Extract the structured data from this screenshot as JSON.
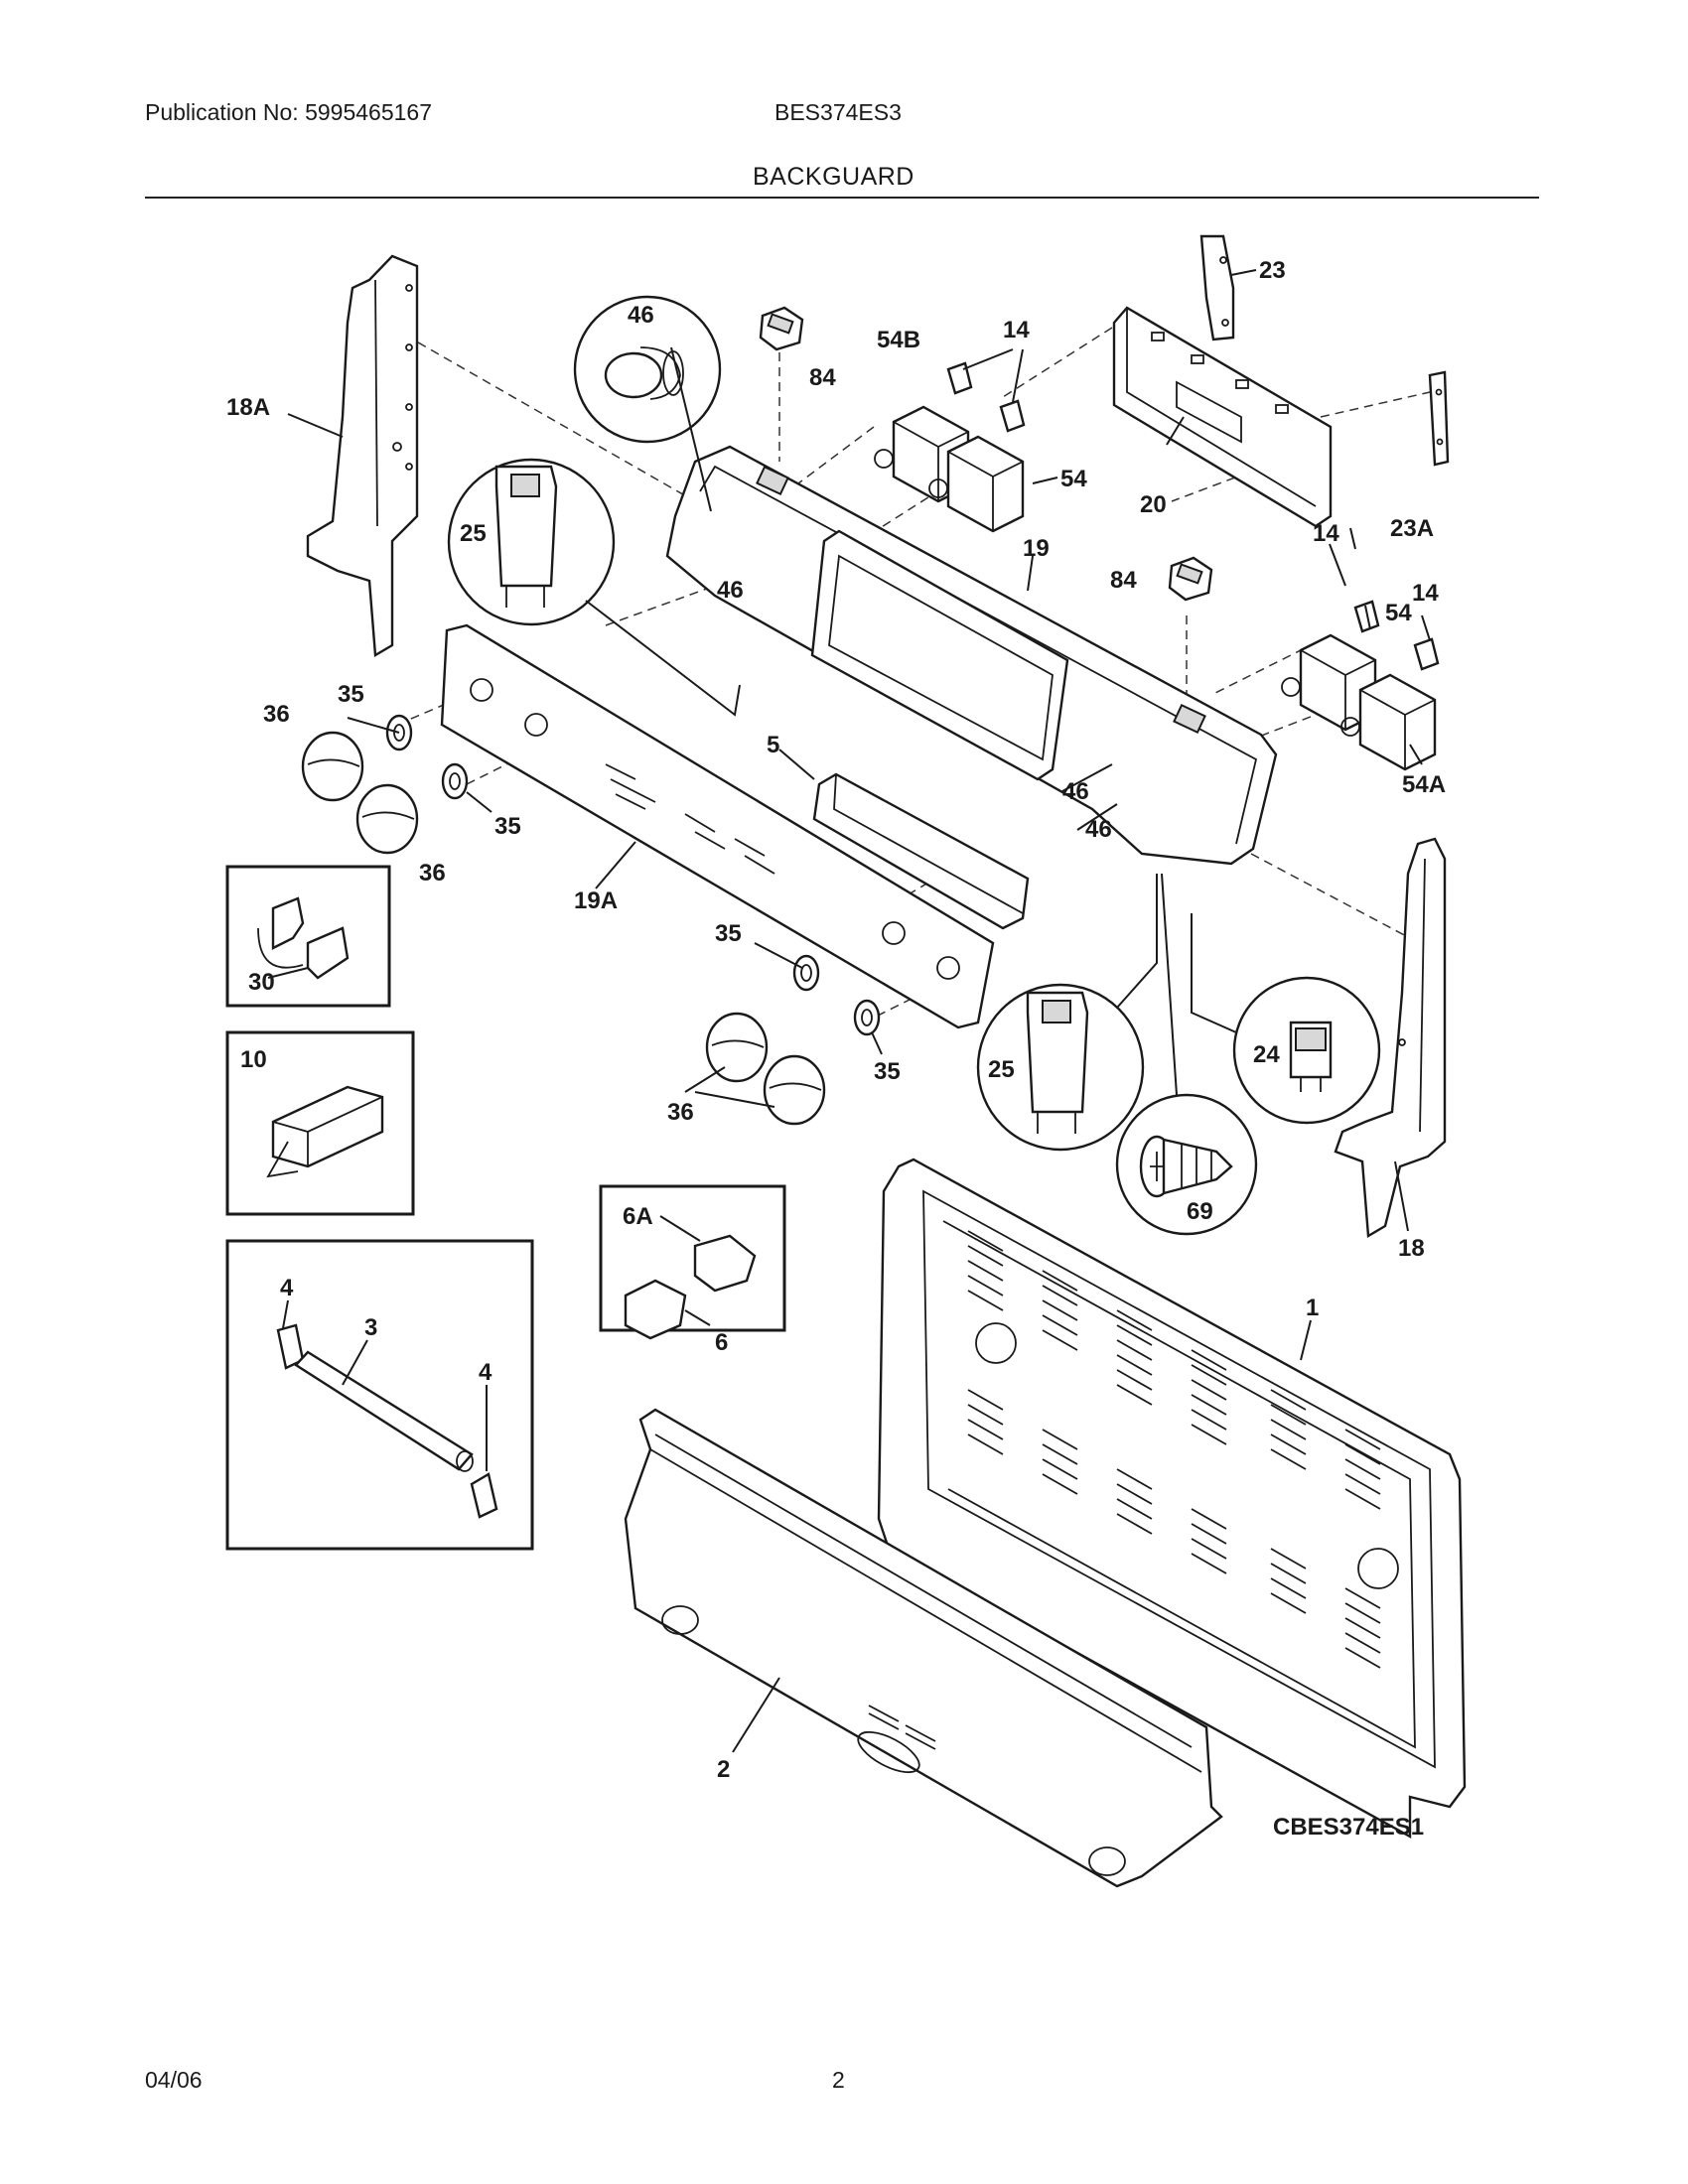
{
  "header": {
    "publication": "Publication No: 5995465167",
    "model": "BES374ES3",
    "section": "BACKGUARD"
  },
  "footer": {
    "date": "04/06",
    "page": "2"
  },
  "diagram_code": "CBES374ES1",
  "callouts": {
    "c18A": "18A",
    "c46a": "46",
    "c84a": "84",
    "c54B": "54B",
    "c14a": "14",
    "c23": "23",
    "c20": "20",
    "c23A": "23A",
    "c54a": "54",
    "c25a": "25",
    "c46b": "46",
    "c19": "19",
    "c84b": "84",
    "c14b": "14",
    "c54b": "54",
    "c14c": "14",
    "c36a": "36",
    "c35a": "35",
    "c5": "5",
    "c46c": "46",
    "c54A": "54A",
    "c46d": "46",
    "c35b": "35",
    "c36b": "36",
    "c19A": "19A",
    "c30": "30",
    "c35c": "35",
    "c25b": "25",
    "c24": "24",
    "c10": "10",
    "c36c": "36",
    "c35d": "35",
    "c69": "69",
    "c18": "18",
    "c6A": "6A",
    "c6": "6",
    "c1": "1",
    "c4a": "4",
    "c3": "3",
    "c4b": "4",
    "c2": "2"
  }
}
